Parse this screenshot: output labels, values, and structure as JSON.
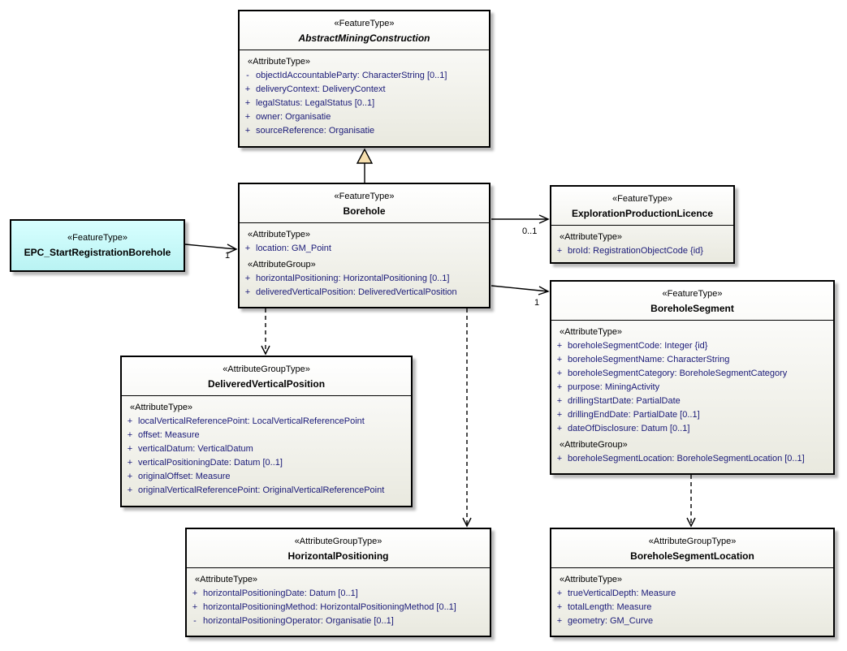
{
  "diagram": {
    "boxes": {
      "abstractMiningConstruction": {
        "stereotype": "«FeatureType»",
        "name": "AbstractMiningConstruction",
        "abstract": true,
        "sections": [
          {
            "label": "«AttributeType»",
            "rows": [
              {
                "vis": "-",
                "text": "objectIdAccountableParty: CharacterString [0..1]"
              },
              {
                "vis": "+",
                "text": "deliveryContext: DeliveryContext"
              },
              {
                "vis": "+",
                "text": "legalStatus: LegalStatus [0..1]"
              },
              {
                "vis": "+",
                "text": "owner: Organisatie"
              },
              {
                "vis": "+",
                "text": "sourceReference: Organisatie"
              }
            ]
          }
        ]
      },
      "borehole": {
        "stereotype": "«FeatureType»",
        "name": "Borehole",
        "abstract": false,
        "sections": [
          {
            "label": "«AttributeType»",
            "rows": [
              {
                "vis": "+",
                "text": "location: GM_Point"
              }
            ]
          },
          {
            "label": "«AttributeGroup»",
            "rows": [
              {
                "vis": "+",
                "text": "horizontalPositioning: HorizontalPositioning [0..1]"
              },
              {
                "vis": "+",
                "text": "deliveredVerticalPosition: DeliveredVerticalPosition"
              }
            ]
          }
        ]
      },
      "epcStartRegistrationBorehole": {
        "stereotype": "«FeatureType»",
        "name": "EPC_StartRegistrationBorehole",
        "abstract": false
      },
      "explorationProductionLicence": {
        "stereotype": "«FeatureType»",
        "name": "ExplorationProductionLicence",
        "abstract": false,
        "sections": [
          {
            "label": "«AttributeType»",
            "rows": [
              {
                "vis": "+",
                "text": "broId: RegistrationObjectCode {id}"
              }
            ]
          }
        ]
      },
      "boreholeSegment": {
        "stereotype": "«FeatureType»",
        "name": "BoreholeSegment",
        "abstract": false,
        "sections": [
          {
            "label": "«AttributeType»",
            "rows": [
              {
                "vis": "+",
                "text": "boreholeSegmentCode: Integer {id}"
              },
              {
                "vis": "+",
                "text": "boreholeSegmentName: CharacterString"
              },
              {
                "vis": "+",
                "text": "boreholeSegmentCategory: BoreholeSegmentCategory"
              },
              {
                "vis": "+",
                "text": "purpose: MiningActivity"
              },
              {
                "vis": "+",
                "text": "drillingStartDate: PartialDate"
              },
              {
                "vis": "+",
                "text": "drillingEndDate: PartialDate [0..1]"
              },
              {
                "vis": "+",
                "text": "dateOfDisclosure: Datum [0..1]"
              }
            ]
          },
          {
            "label": "«AttributeGroup»",
            "rows": [
              {
                "vis": "+",
                "text": "boreholeSegmentLocation: BoreholeSegmentLocation [0..1]"
              }
            ]
          }
        ]
      },
      "deliveredVerticalPosition": {
        "stereotype": "«AttributeGroupType»",
        "name": "DeliveredVerticalPosition",
        "abstract": false,
        "sections": [
          {
            "label": "«AttributeType»",
            "rows": [
              {
                "vis": "+",
                "text": "localVerticalReferencePoint: LocalVerticalReferencePoint"
              },
              {
                "vis": "+",
                "text": "offset: Measure"
              },
              {
                "vis": "+",
                "text": "verticalDatum: VerticalDatum"
              },
              {
                "vis": "+",
                "text": "verticalPositioningDate: Datum [0..1]"
              },
              {
                "vis": "+",
                "text": "originalOffset: Measure"
              },
              {
                "vis": "+",
                "text": "originalVerticalReferencePoint: OriginalVerticalReferencePoint"
              }
            ]
          }
        ]
      },
      "horizontalPositioning": {
        "stereotype": "«AttributeGroupType»",
        "name": "HorizontalPositioning",
        "abstract": false,
        "sections": [
          {
            "label": "«AttributeType»",
            "rows": [
              {
                "vis": "+",
                "text": "horizontalPositioningDate: Datum [0..1]"
              },
              {
                "vis": "+",
                "text": "horizontalPositioningMethod: HorizontalPositioningMethod [0..1]"
              },
              {
                "vis": "-",
                "text": "horizontalPositioningOperator: Organisatie [0..1]"
              }
            ]
          }
        ]
      },
      "boreholeSegmentLocation": {
        "stereotype": "«AttributeGroupType»",
        "name": "BoreholeSegmentLocation",
        "abstract": false,
        "sections": [
          {
            "label": "«AttributeType»",
            "rows": [
              {
                "vis": "+",
                "text": "trueVerticalDepth: Measure"
              },
              {
                "vis": "+",
                "text": "totalLength: Measure"
              },
              {
                "vis": "+",
                "text": "geometry: GM_Curve"
              }
            ]
          }
        ]
      }
    },
    "edge_labels": {
      "epc_to_borehole": "1",
      "borehole_to_licence": "0..1",
      "borehole_to_segment": "1"
    },
    "colors": {
      "box_fill_top": "#ffffff",
      "box_fill_bottom": "#e9e9df",
      "box_border": "#000000",
      "attribute_text": "#1a1a78",
      "epc_fill_top": "#d8ffff",
      "epc_fill_bottom": "#b9f3f3",
      "generalization_fill": "#f6dfae"
    }
  }
}
